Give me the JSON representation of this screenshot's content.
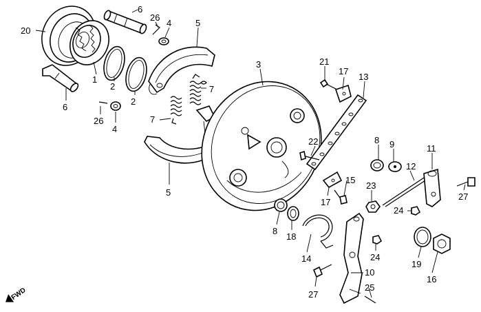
{
  "diagram": {
    "fwd_label": "FWD",
    "callouts": [
      "20",
      "6",
      "26",
      "4",
      "5",
      "1",
      "2",
      "2",
      "6",
      "26",
      "4",
      "7",
      "7",
      "5",
      "3",
      "21",
      "17",
      "13",
      "22",
      "8",
      "9",
      "11",
      "12",
      "23",
      "15",
      "17",
      "24",
      "27",
      "8",
      "18",
      "14",
      "24",
      "19",
      "16",
      "10",
      "25",
      "27"
    ]
  }
}
